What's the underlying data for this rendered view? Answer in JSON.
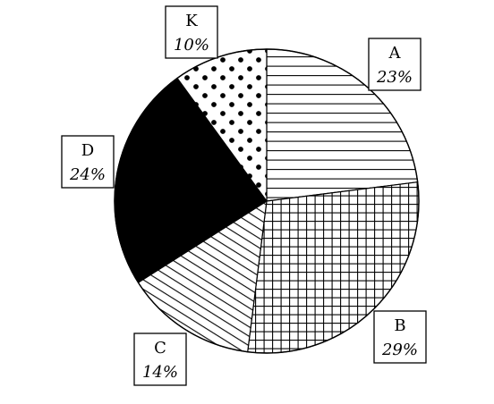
{
  "chart_data": {
    "type": "pie",
    "slices": [
      {
        "label": "A",
        "value": 23,
        "text": "23%",
        "pattern": "horizontal-lines",
        "color": "#ffffff"
      },
      {
        "label": "B",
        "value": 29,
        "text": "29%",
        "pattern": "grid",
        "color": "#ffffff"
      },
      {
        "label": "C",
        "value": 14,
        "text": "14%",
        "pattern": "diagonal-lines",
        "color": "#ffffff"
      },
      {
        "label": "D",
        "value": 24,
        "text": "24%",
        "pattern": "solid",
        "color": "#000000"
      },
      {
        "label": "K",
        "value": 10,
        "text": "10%",
        "pattern": "dots",
        "color": "#ffffff"
      }
    ],
    "start": "12 o'clock",
    "direction": "clockwise"
  }
}
